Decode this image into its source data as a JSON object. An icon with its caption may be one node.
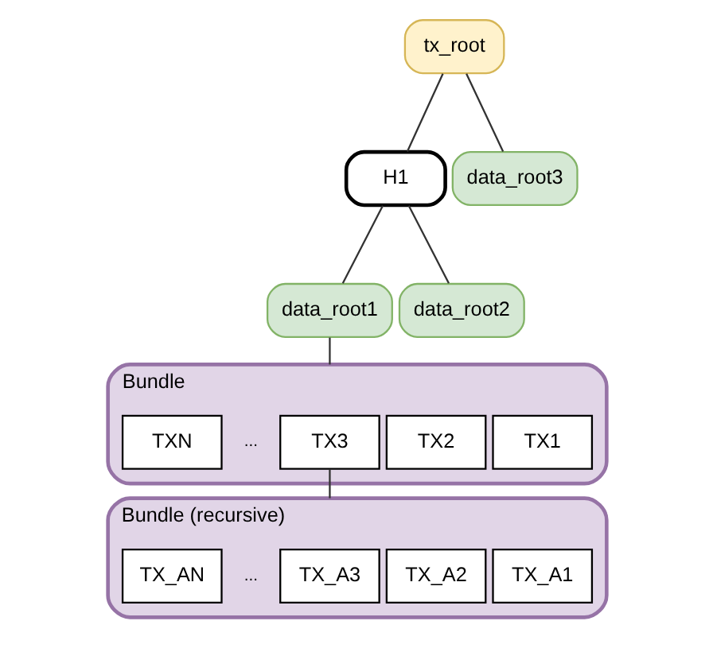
{
  "diagram": {
    "nodes": [
      {
        "text": [
          "tx_root"
        ]
      },
      {
        "text": [
          "H1"
        ]
      },
      {
        "text": [
          "data_root3"
        ]
      },
      {
        "text": [
          "data_root1"
        ]
      },
      {
        "text": [
          "data_root2"
        ]
      },
      {
        "text": [
          "Bundle"
        ]
      },
      {
        "text": [
          "TX1"
        ],
        "in": 5
      },
      {
        "text": [
          "TX2"
        ],
        "in": 5
      },
      {
        "text": [
          "TX3"
        ],
        "in": 5
      },
      {
        "text": [
          "TXN"
        ],
        "in": 5
      },
      {
        "text": [
          "Bundle (recursive)"
        ]
      },
      {
        "text": [
          "TX_A1"
        ],
        "in": 10
      },
      {
        "text": [
          "TX_A2"
        ],
        "in": 10
      },
      {
        "text": [
          "TX_A3"
        ],
        "in": 10
      },
      {
        "text": [
          "TX_AN"
        ],
        "in": 10
      }
    ],
    "edges": [
      {
        "from": 0,
        "to": 1,
        "arrow": "none"
      },
      {
        "from": 0,
        "to": 2,
        "arrow": "none"
      },
      {
        "from": 1,
        "to": 3,
        "arrow": "none"
      },
      {
        "from": 1,
        "to": 4,
        "arrow": "none"
      },
      {
        "from": 3,
        "to": 5,
        "arrow": "none"
      },
      {
        "from": 8,
        "to": 10,
        "arrow": "none"
      }
    ],
    "labels": [
      "...",
      "..."
    ]
  }
}
